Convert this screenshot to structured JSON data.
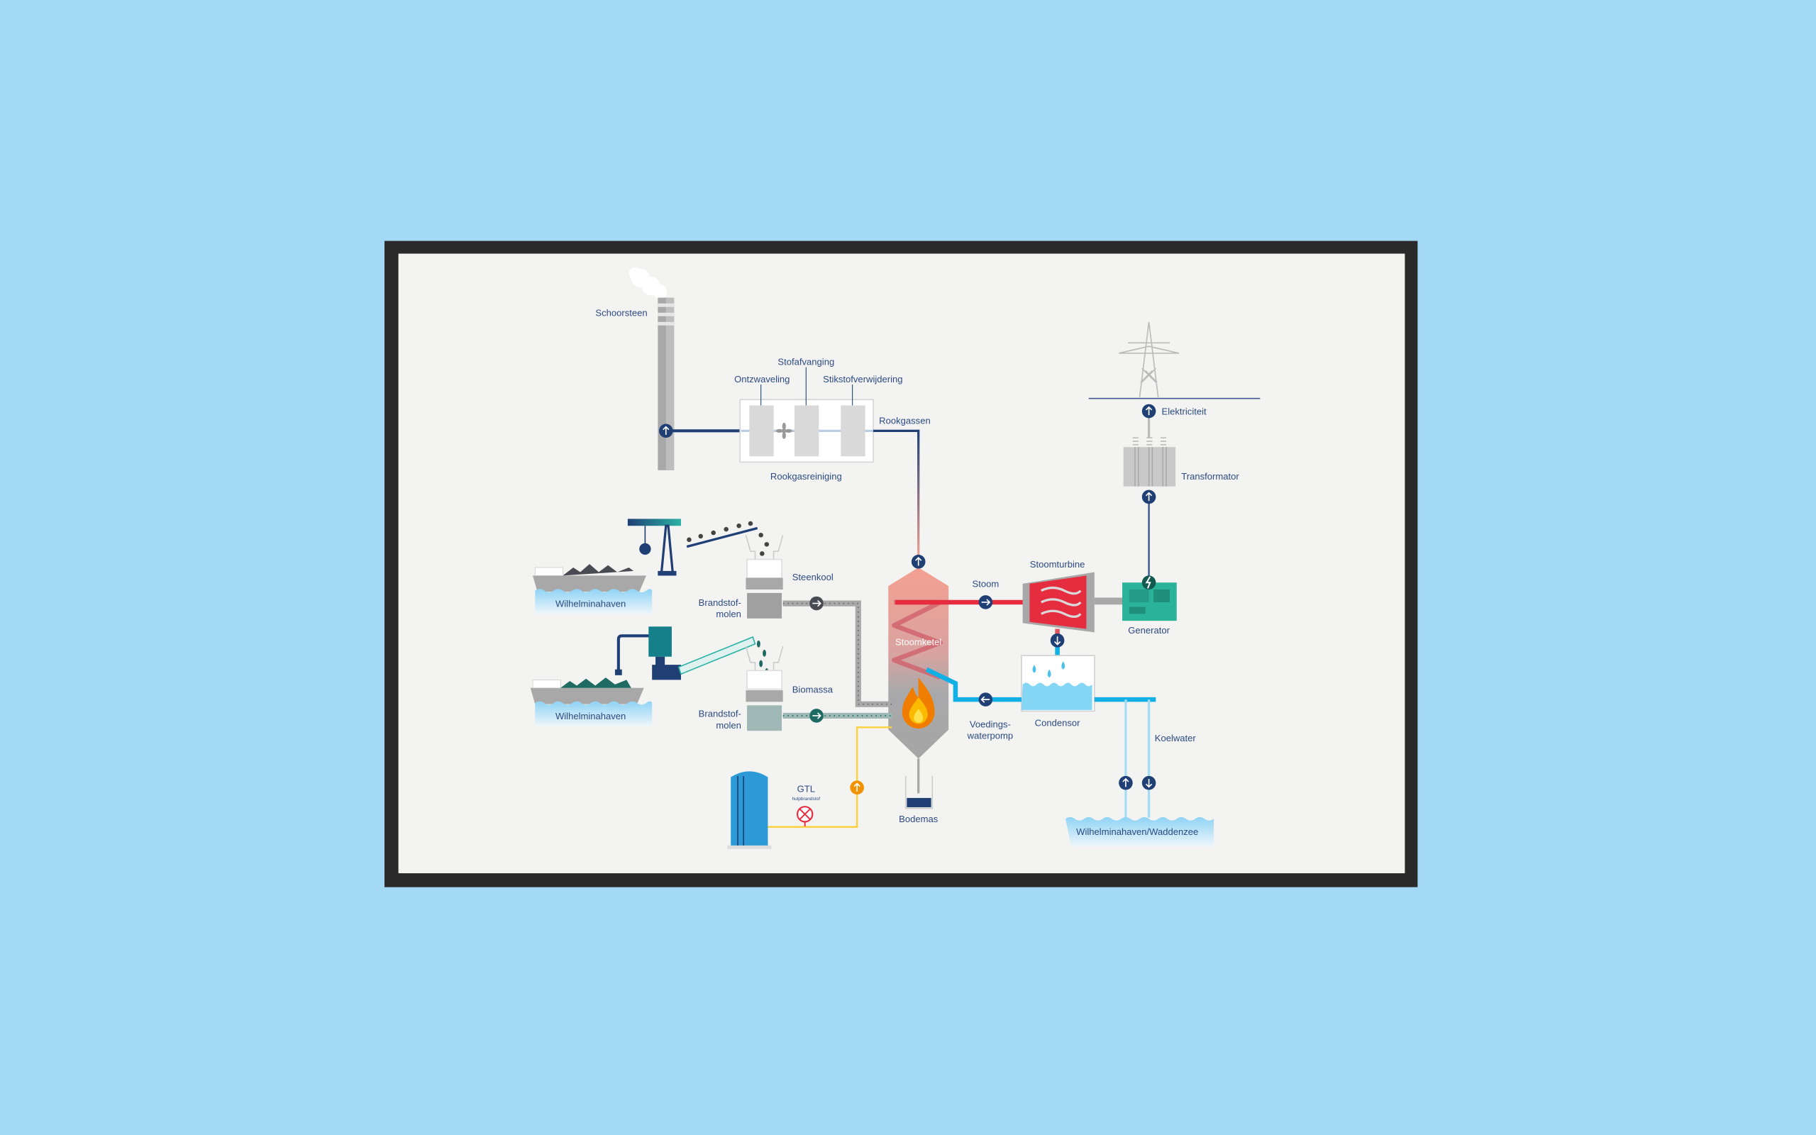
{
  "labels": {
    "chimney": "Schoorsteen",
    "dust": "Stofafvanging",
    "desulf": "Ontzwaveling",
    "denox": "Stikstofverwijdering",
    "flue_gas": "Rookgassen",
    "flue_gas_cleaning": "Rookgasreiniging",
    "coal": "Steenkool",
    "mill_1a": "Brandstof-",
    "mill_1b": "molen",
    "harbor_1": "Wilhelminahaven",
    "biomass": "Biomassa",
    "mill_2a": "Brandstof-",
    "mill_2b": "molen",
    "harbor_2": "Wilhelminahaven",
    "boiler": "Stoomketel",
    "steam": "Stoom",
    "turbine": "Stoomturbine",
    "generator": "Generator",
    "transformer": "Transformator",
    "electricity": "Elektriciteit",
    "condensor": "Condensor",
    "pump_a": "Voedings-",
    "pump_b": "waterpomp",
    "cooling_water": "Koelwater",
    "sea": "Wilhelminahaven/Waddenzee",
    "bottom_ash": "Bodemas",
    "gtl": "GTL",
    "gtl_sub": "hulpbrandstof"
  },
  "colors": {
    "background": "#a3d9f5",
    "paper": "#f3f3f1",
    "dark_blue": "#1f3f75",
    "steam_red": "#e52d3f",
    "water_cyan": "#13b0e6",
    "light_blue": "#a5dcf5",
    "teal": "#2bb39a",
    "orange": "#f39200",
    "yellow": "#fbd13c"
  }
}
